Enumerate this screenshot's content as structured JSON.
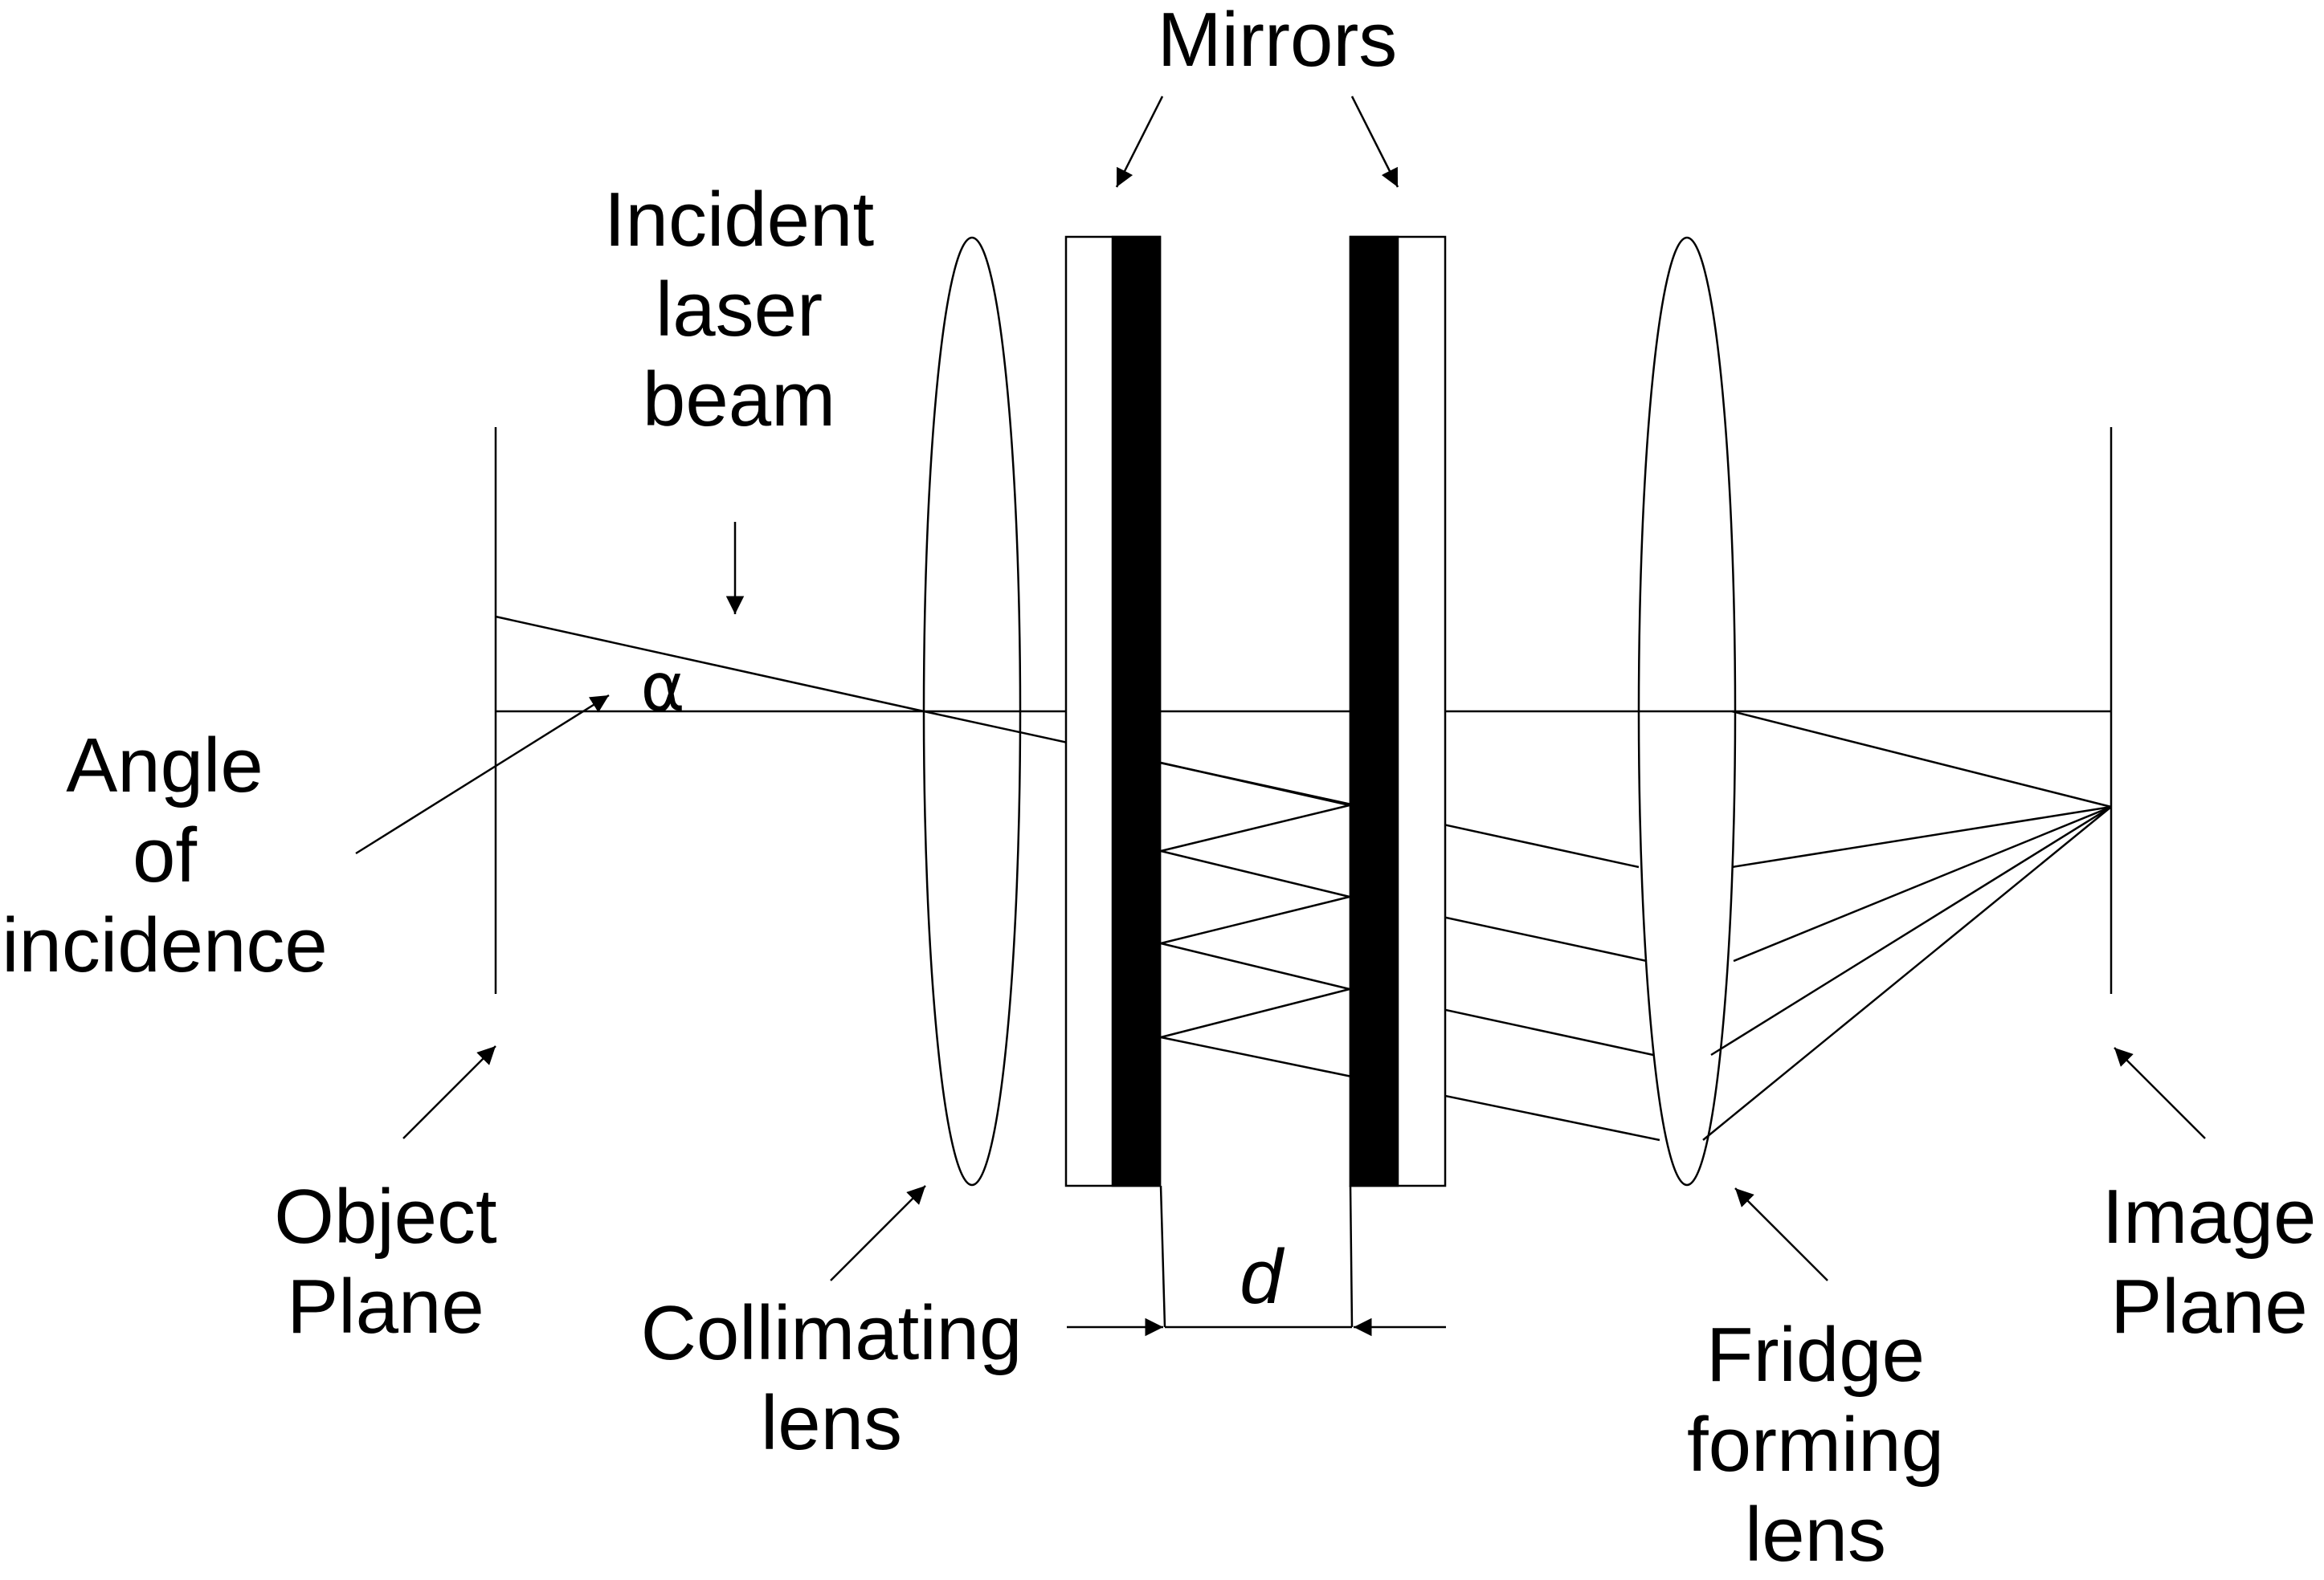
{
  "labels": {
    "mirrors": "Mirrors",
    "incident": [
      "Incident",
      "laser",
      "beam"
    ],
    "alpha": "α",
    "angle": [
      "Angle",
      "of",
      "incidence"
    ],
    "object_plane": [
      "Object",
      "Plane"
    ],
    "collimating_lens": [
      "Collimating",
      "lens"
    ],
    "d": "d",
    "fringe_lens": [
      "Fridge",
      "forming",
      "lens"
    ],
    "image_plane": [
      "Image",
      "Plane"
    ]
  },
  "colors": {
    "stroke": "#000000",
    "mirror_coating": "#000000",
    "background": "#ffffff"
  }
}
